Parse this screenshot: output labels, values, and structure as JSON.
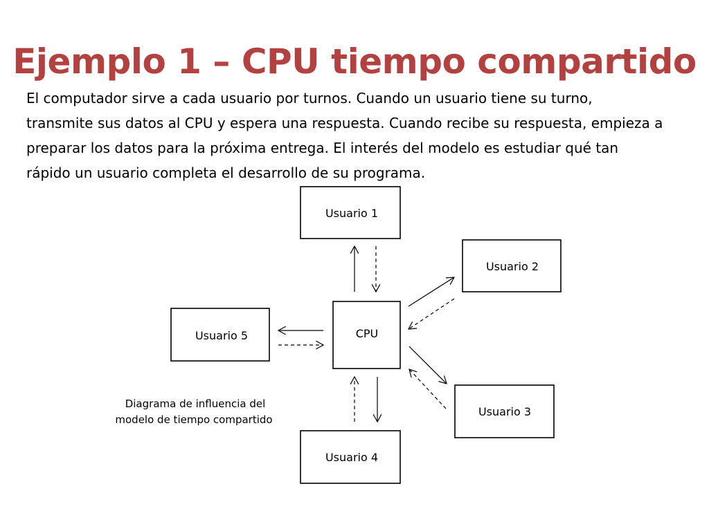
{
  "slide": {
    "title": "Ejemplo 1 – CPU tiempo compartido",
    "title_color": "#b3413f",
    "body": "El computador sirve a cada usuario por turnos. Cuando un usuario tiene su turno,\ntransmite sus datos al CPU y espera una respuesta. Cuando recibe su respuesta, empieza a\npreparar los datos para la próxima entrega.  El interés del modelo es estudiar qué tan\nrápido un usuario completa el desarrollo de su programa."
  },
  "diagram": {
    "nodes": {
      "cpu": "CPU",
      "usuario_1": "Usuario 1",
      "usuario_2": "Usuario 2",
      "usuario_3": "Usuario 3",
      "usuario_4": "Usuario 4",
      "usuario_5": "Usuario 5"
    },
    "caption_line_1": "Diagrama de influencia del",
    "caption_line_2": "modelo de tiempo compartido",
    "flows": [
      {
        "from": "cpu",
        "to": "usuario_1",
        "style": "solid"
      },
      {
        "from": "usuario_1",
        "to": "cpu",
        "style": "dashed"
      },
      {
        "from": "cpu",
        "to": "usuario_2",
        "style": "solid"
      },
      {
        "from": "usuario_2",
        "to": "cpu",
        "style": "dashed"
      },
      {
        "from": "cpu",
        "to": "usuario_3",
        "style": "solid"
      },
      {
        "from": "usuario_3",
        "to": "cpu",
        "style": "dashed"
      },
      {
        "from": "cpu",
        "to": "usuario_4",
        "style": "solid"
      },
      {
        "from": "usuario_4",
        "to": "cpu",
        "style": "dashed"
      },
      {
        "from": "cpu",
        "to": "usuario_5",
        "style": "solid"
      },
      {
        "from": "usuario_5",
        "to": "cpu",
        "style": "dashed"
      }
    ]
  }
}
